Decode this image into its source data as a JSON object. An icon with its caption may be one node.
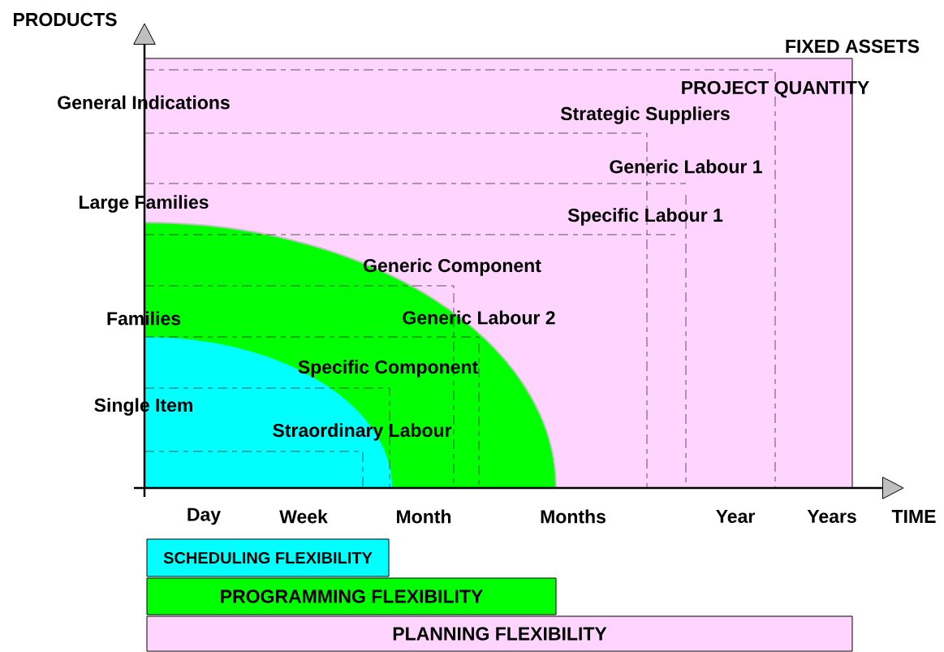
{
  "diagram": {
    "labels": [
      "PRODUCTS",
      "FIXED ASSETS",
      "PROJECT QUANTITY",
      "General Indications",
      "Strategic Suppliers",
      "Generic Labour 1",
      "Large Families",
      "Specific Labour 1",
      "Generic Component",
      "Families",
      "Generic Labour 2",
      "Specific Component",
      "Single Item",
      "Straordinary Labour",
      "Day",
      "Week",
      "Month",
      "Months",
      "Year",
      "Years",
      "TIME"
    ],
    "legend": [
      {
        "text": "SCHEDULING FLEXIBILITY",
        "color": "#00ffff"
      },
      {
        "text": "PROGRAMMING FLEXIBILITY",
        "color": "#00ff00"
      },
      {
        "text": "PLANNING FLEXIBILITY",
        "color": "#ffd5ff"
      }
    ]
  }
}
